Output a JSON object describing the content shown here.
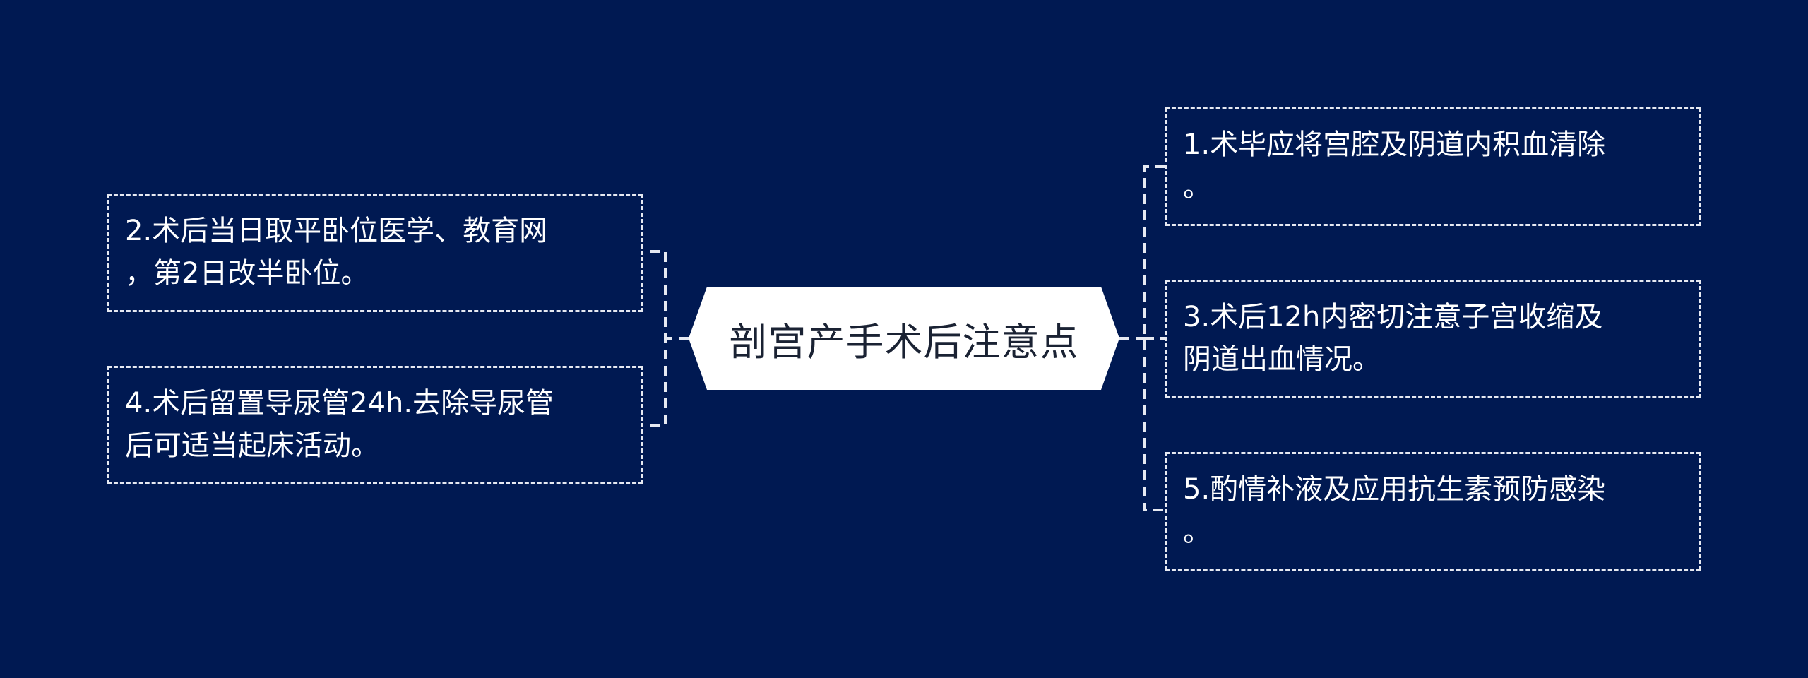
{
  "diagram": {
    "center": {
      "text": "剖宫产手术后注意点"
    },
    "left_nodes": [
      {
        "id": "n2",
        "lines": [
          "2.术后当日取平卧位医学、教育网",
          "，第2日改半卧位。"
        ]
      },
      {
        "id": "n4",
        "lines": [
          "4.术后留置导尿管24h.去除导尿管",
          "后可适当起床活动。"
        ]
      }
    ],
    "right_nodes": [
      {
        "id": "n1",
        "lines": [
          "1.术毕应将宫腔及阴道内积血清除",
          "。"
        ]
      },
      {
        "id": "n3",
        "lines": [
          "3.术后12h内密切注意子宫收缩及",
          "阴道出血情况。"
        ]
      },
      {
        "id": "n5",
        "lines": [
          "5.酌情补液及应用抗生素预防感染",
          "。"
        ]
      }
    ],
    "colors": {
      "background": "#001952",
      "center_fill": "#ffffff",
      "center_text": "#1a2233",
      "line": "#e6e9f2",
      "leaf_text": "#ffffff"
    }
  }
}
